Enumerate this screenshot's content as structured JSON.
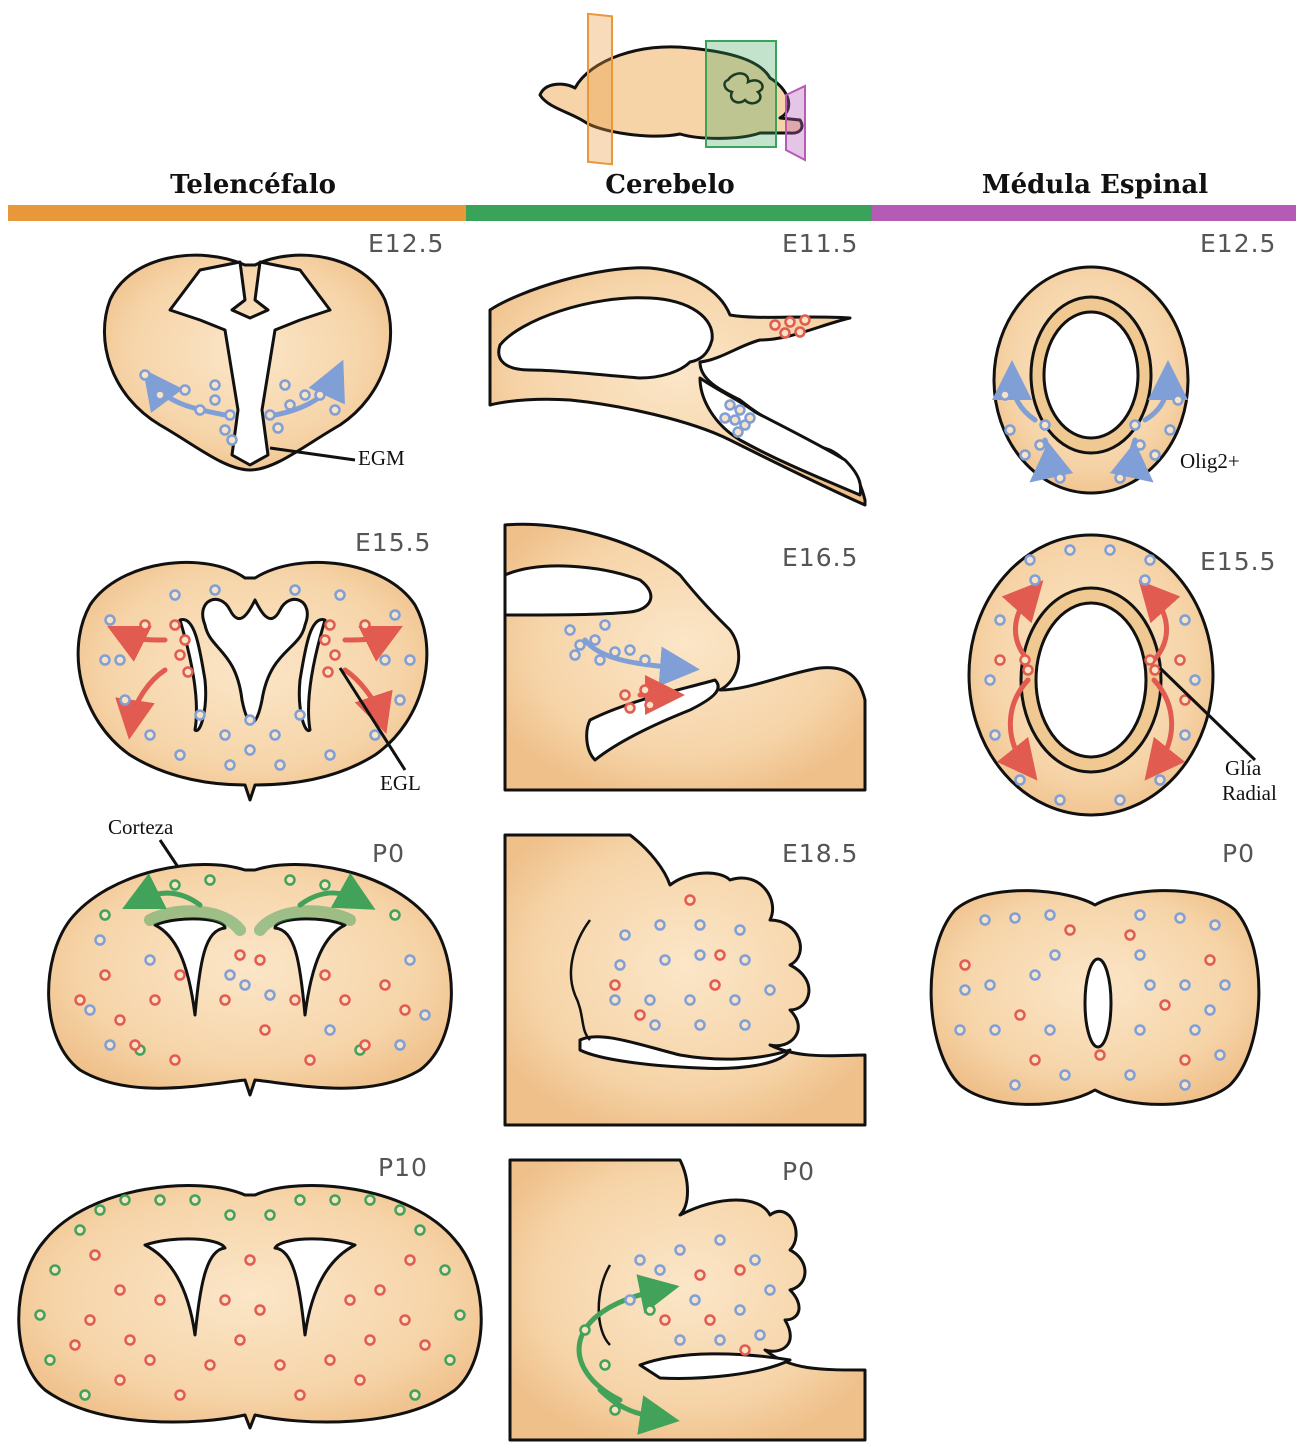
{
  "regions": [
    {
      "title": "Telencéfalo",
      "color": "#e8983a"
    },
    {
      "title": "Cerebelo",
      "color": "#3aa35a"
    },
    {
      "title": "Médula Espinal",
      "color": "#b55ab5"
    }
  ],
  "stages": {
    "telencefalo": [
      "E12.5",
      "E15.5",
      "P0",
      "P10"
    ],
    "cerebelo": [
      "E11.5",
      "E16.5",
      "E18.5",
      "P0"
    ],
    "medula": [
      "E12.5",
      "E15.5",
      "P0"
    ]
  },
  "annotations": {
    "egm": "EGM",
    "egl": "EGL",
    "corteza": "Corteza",
    "olig2": "Olig2+",
    "glia_line1": "Glía",
    "glia_line2": "Radial"
  },
  "colors": {
    "tissue": "#f6d4a8",
    "blue_cells": "#7f9fd6",
    "red_cells": "#e25b50",
    "green_cells": "#43a25a"
  }
}
